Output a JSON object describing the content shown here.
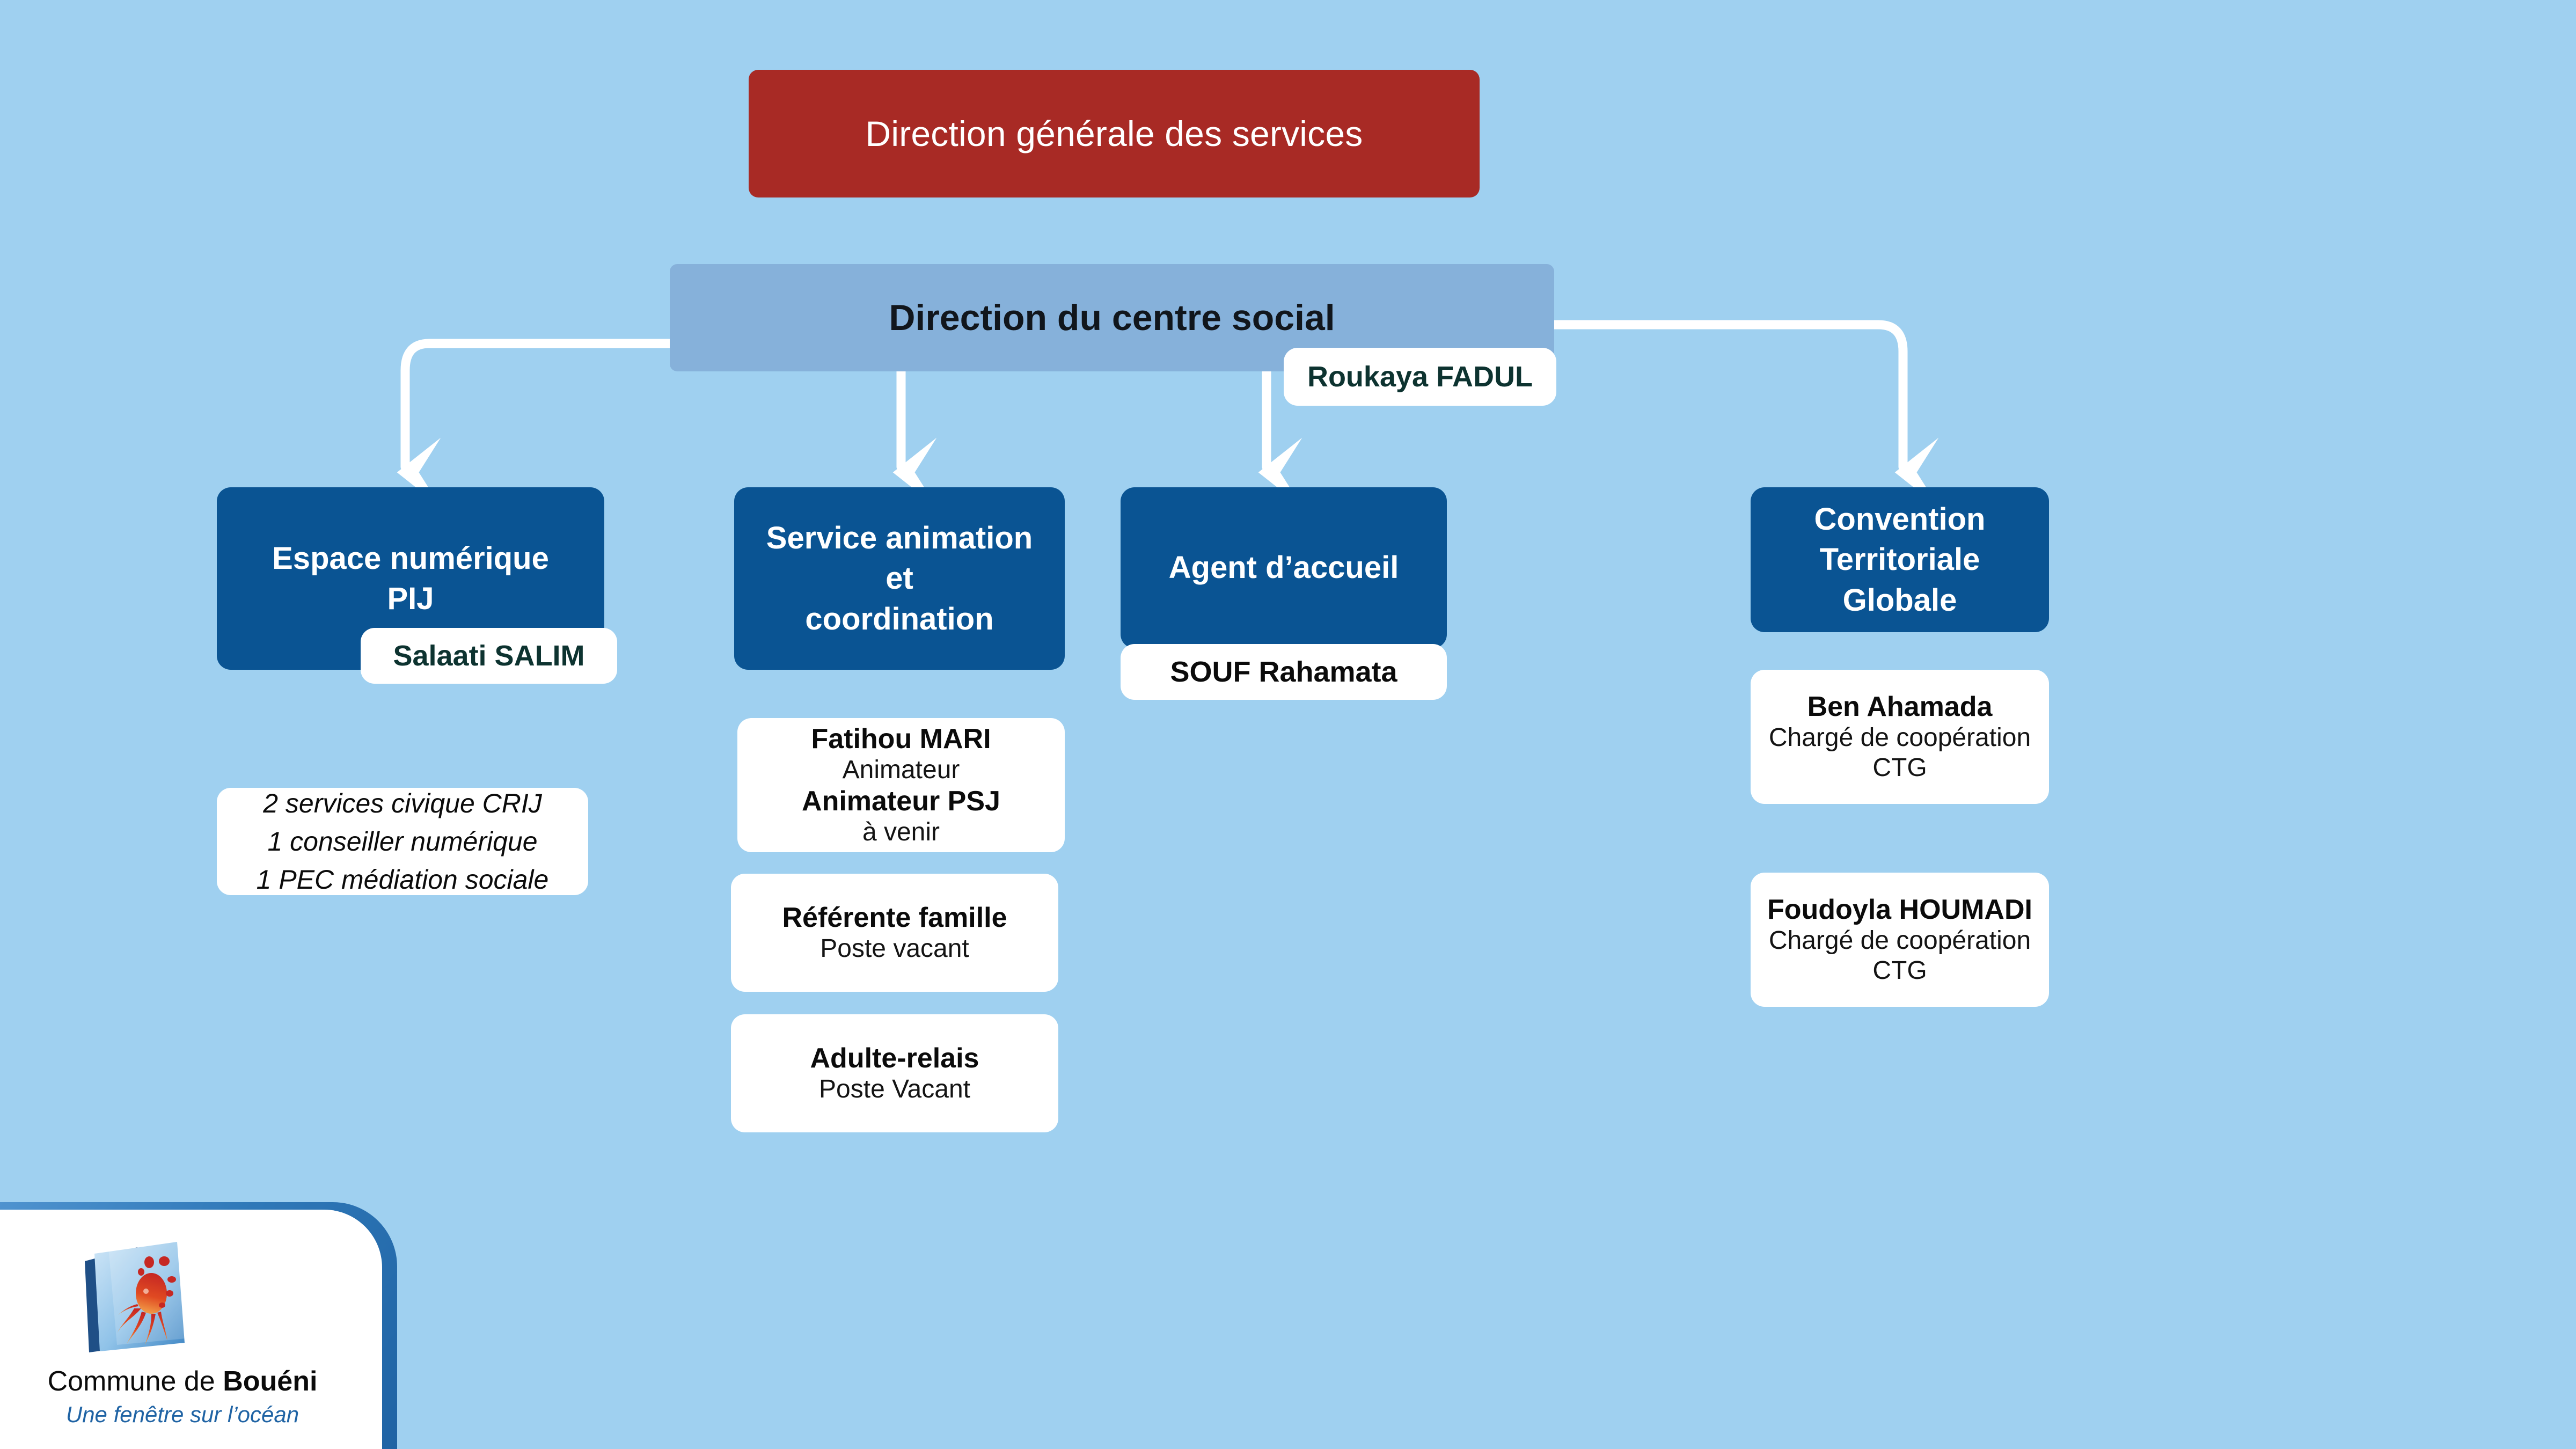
{
  "page": {
    "title": "Organigramme - Centre social",
    "background_color": "#9fd0f0"
  },
  "colors": {
    "top_box": "#a82a25",
    "header_box": "#86b1da",
    "department_box": "#0a5493",
    "card_background": "#ffffff",
    "name_text": "#0d3330",
    "connector": "#ffffff"
  },
  "top": {
    "label": "Direction générale des services"
  },
  "header": {
    "label": "Direction du centre social",
    "director_name": "Roukaya FADUL"
  },
  "departments": [
    {
      "id": "espace-numerique",
      "title_line1": "Espace numérique",
      "title_line2": "PIJ",
      "chip_name": "Salaati SALIM",
      "note_lines": [
        "2 services civique CRIJ",
        "1  conseiller numérique",
        "1  PEC médiation sociale"
      ]
    },
    {
      "id": "service-animation",
      "title_line1": "Service animation et",
      "title_line2": "coordination",
      "chip_name": "",
      "cards": [
        {
          "name": "Fatihou MARI",
          "role": "Animateur",
          "name2": "Animateur PSJ",
          "role2": "à venir"
        },
        {
          "name": "Référente famille",
          "role": "Poste vacant"
        },
        {
          "name": "Adulte-relais",
          "role": "Poste Vacant"
        }
      ]
    },
    {
      "id": "agent-accueil",
      "title_line1": "Agent d’accueil",
      "title_line2": "",
      "chip_name": "SOUF Rahamata"
    },
    {
      "id": "convention-territoriale-globale",
      "title_line1": "Convention",
      "title_line2": "Territoriale Globale",
      "chip_name": "",
      "cards": [
        {
          "name": "Ben Ahamada",
          "role": "Chargé de coopération",
          "role_line2": "CTG"
        },
        {
          "name": "Foudoyla HOUMADI",
          "role": "Chargé de coopération",
          "role_line2": "CTG"
        }
      ]
    }
  ],
  "logo": {
    "name_prefix": "Commune de ",
    "name_bold": "Bouéni",
    "tagline": "Une fenêtre sur l’océan",
    "icon": "octopus-window-logo"
  }
}
